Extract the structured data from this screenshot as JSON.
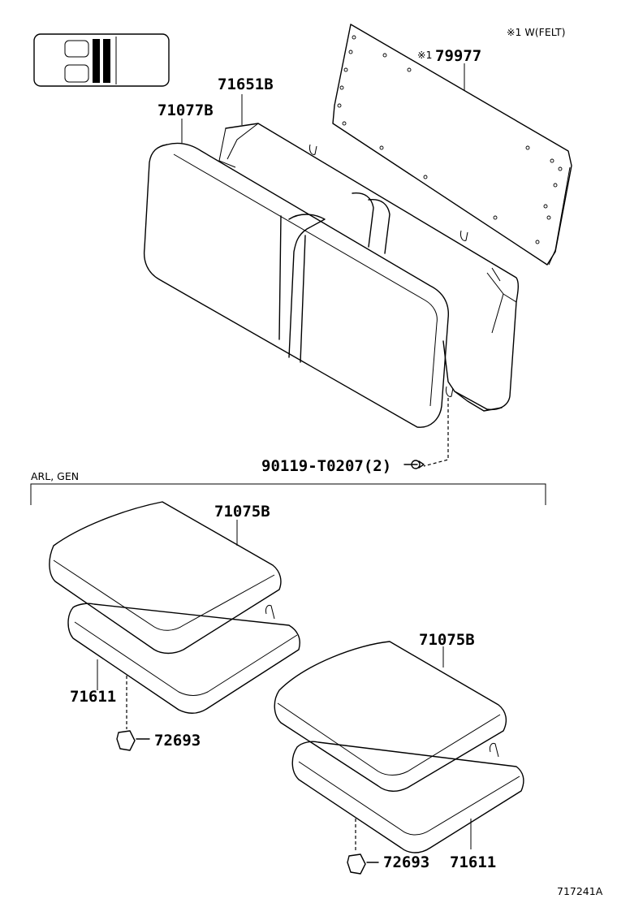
{
  "notes": {
    "felt_note": "※1 W(FELT)",
    "variant_label": "ARL, GEN",
    "diagram_id": "717241A"
  },
  "parts": {
    "felt": "79977",
    "felt_prefix": "※1",
    "seatback_assy": "71077B",
    "seatback_cover": "71651B",
    "bolt": "90119-T0207(2)",
    "cushion_cover_left": "71075B",
    "cushion_pad_left": "71611",
    "clip_left": "72693",
    "cushion_cover_right": "71075B",
    "cushion_pad_right": "71611",
    "clip_right": "72693"
  }
}
